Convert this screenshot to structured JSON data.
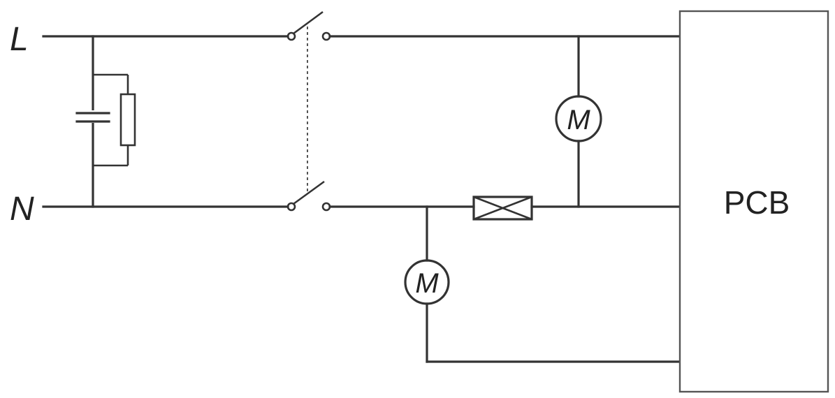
{
  "terminals": {
    "line_label": "L",
    "neutral_label": "N"
  },
  "motors": [
    {
      "label": "M"
    },
    {
      "label": "M"
    }
  ],
  "pcb": {
    "label": "PCB"
  },
  "colors": {
    "stroke": "#333333",
    "background": "#ffffff"
  }
}
